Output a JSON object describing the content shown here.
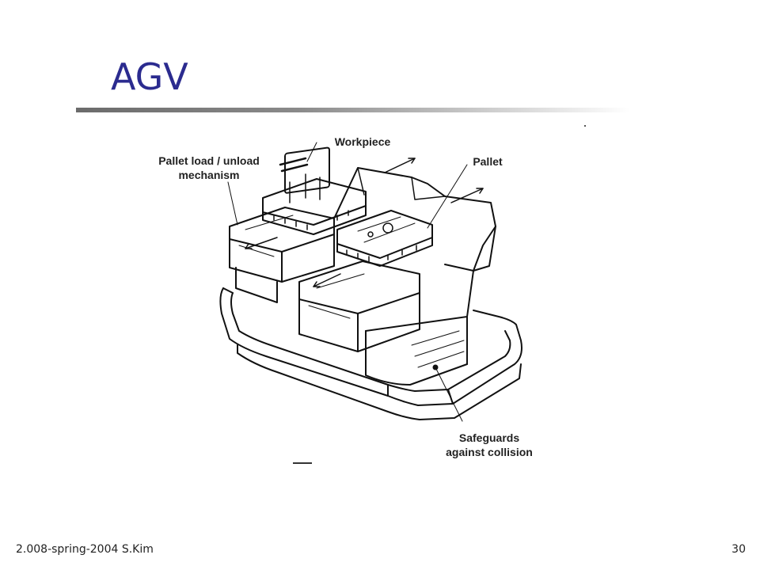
{
  "slide": {
    "title": "AGV",
    "footer_left": "2.008-spring-2004  S.Kim",
    "page_number": "30"
  },
  "diagram": {
    "labels": {
      "workpiece": "Workpiece",
      "pallet_mechanism_line1": "Pallet load / unload",
      "pallet_mechanism_line2": "mechanism",
      "pallet": "Pallet",
      "safeguards_line1": "Safeguards",
      "safeguards_line2": "against collision"
    }
  },
  "colors": {
    "title": "#2b2b8f",
    "ink": "#222222"
  }
}
